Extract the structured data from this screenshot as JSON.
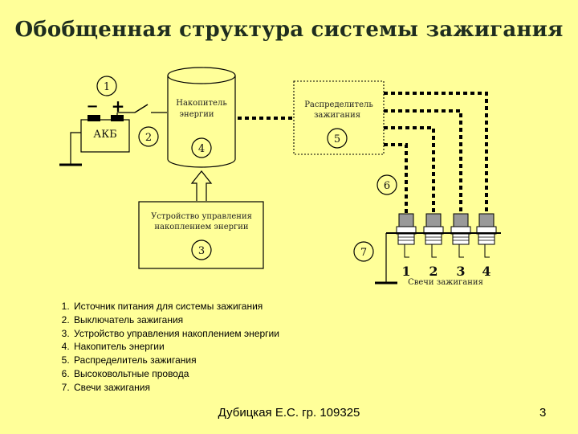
{
  "title": "Обобщенная структура системы зажигания",
  "diagram": {
    "battery_label": "АКБ",
    "minus_sign": "−",
    "plus_sign": "+",
    "storage_label_1": "Накопитель",
    "storage_label_2": "энергии",
    "distributor_label_1": "Распределитель",
    "distributor_label_2": "зажигания",
    "control_label_1": "Устройство управления",
    "control_label_2": "накоплением энергии",
    "plugs_caption": "Свечи зажигания",
    "markers": [
      "1",
      "2",
      "3",
      "4",
      "5",
      "6",
      "7"
    ],
    "plug_numbers": [
      "1",
      "2",
      "3",
      "4"
    ]
  },
  "legend": [
    "Источник питания для системы зажигания",
    "Выключатель зажигания",
    "Устройство управления накоплением энергии",
    "Накопитель энергии",
    "Распределитель зажигания",
    "Высоковольтные провода",
    "Свечи зажигания"
  ],
  "footer": {
    "author": "Дубицкая Е.С. гр. 109325",
    "page": "3"
  }
}
